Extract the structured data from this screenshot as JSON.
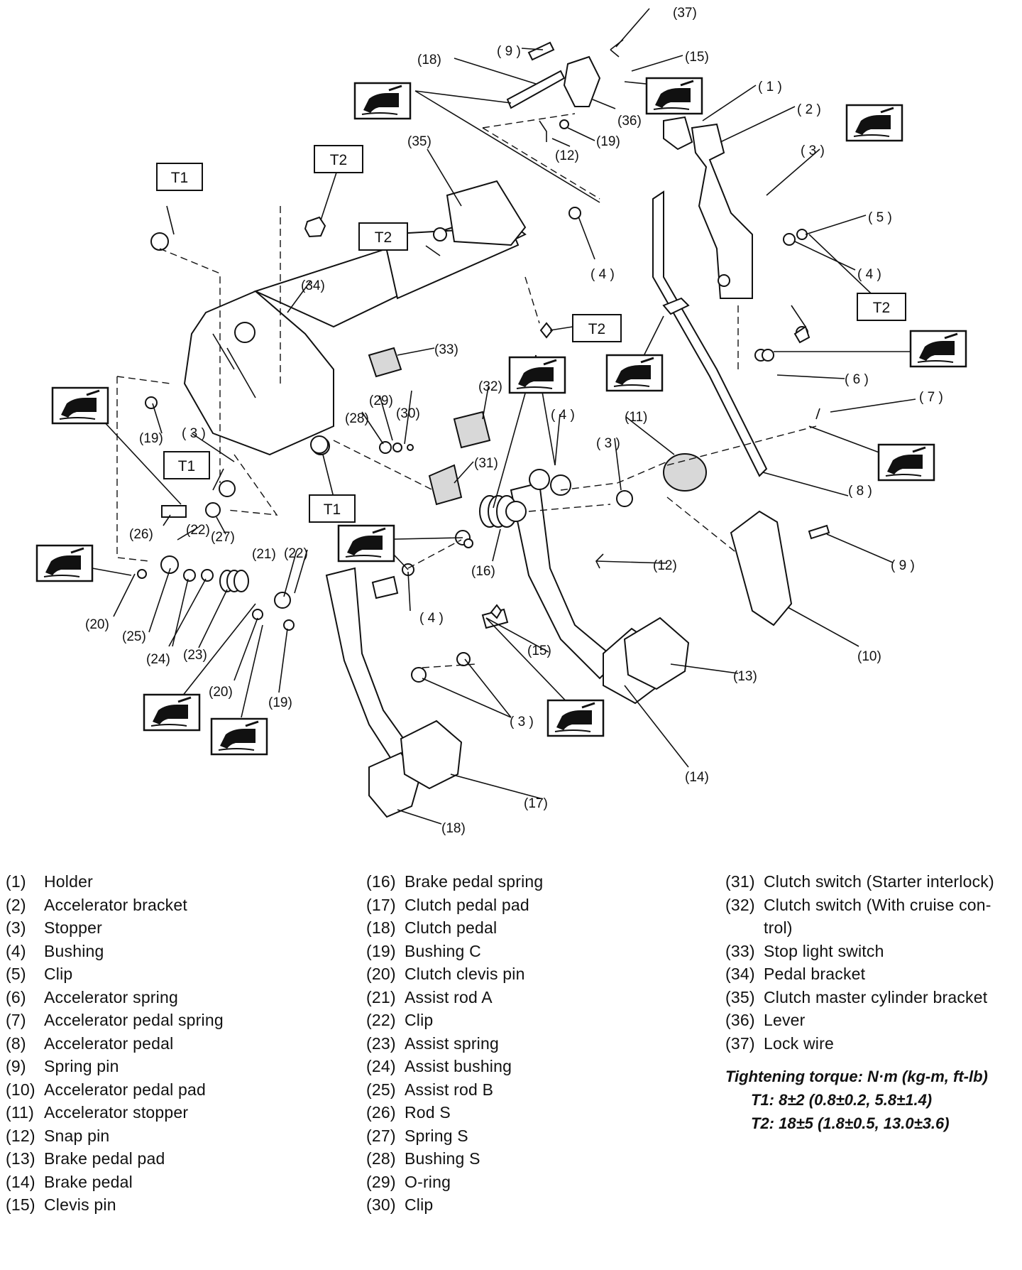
{
  "diagram": {
    "callouts": [
      {
        "id": "c37",
        "text": "(37)"
      },
      {
        "id": "c9a",
        "text": "( 9 )"
      },
      {
        "id": "c15a",
        "text": "(15)"
      },
      {
        "id": "c18a",
        "text": "(18)"
      },
      {
        "id": "c1",
        "text": "( 1 )"
      },
      {
        "id": "c2",
        "text": "( 2 )"
      },
      {
        "id": "c36",
        "text": "(36)"
      },
      {
        "id": "c19a",
        "text": "(19)"
      },
      {
        "id": "c12a",
        "text": "(12)"
      },
      {
        "id": "c35",
        "text": "(35)"
      },
      {
        "id": "c3a",
        "text": "( 3 )"
      },
      {
        "id": "c5",
        "text": "( 5 )"
      },
      {
        "id": "c4a",
        "text": "( 4 )"
      },
      {
        "id": "c4b",
        "text": "( 4 )"
      },
      {
        "id": "c34",
        "text": "(34)"
      },
      {
        "id": "c33",
        "text": "(33)"
      },
      {
        "id": "c6",
        "text": "( 6 )"
      },
      {
        "id": "c32",
        "text": "(32)"
      },
      {
        "id": "c29",
        "text": "(29)"
      },
      {
        "id": "c30",
        "text": "(30)"
      },
      {
        "id": "c28",
        "text": "(28)"
      },
      {
        "id": "c4c",
        "text": "( 4 )"
      },
      {
        "id": "c11",
        "text": "(11)"
      },
      {
        "id": "c3b",
        "text": "( 3 )"
      },
      {
        "id": "c7",
        "text": "( 7 )"
      },
      {
        "id": "c19b",
        "text": "(19)"
      },
      {
        "id": "c3c",
        "text": "( 3 )"
      },
      {
        "id": "c31",
        "text": "(31)"
      },
      {
        "id": "c8",
        "text": "( 8 )"
      },
      {
        "id": "c26",
        "text": "(26)"
      },
      {
        "id": "c22a",
        "text": "(22)"
      },
      {
        "id": "c27",
        "text": "(27)"
      },
      {
        "id": "c21",
        "text": "(21)"
      },
      {
        "id": "c22b",
        "text": "(22)"
      },
      {
        "id": "c16",
        "text": "(16)"
      },
      {
        "id": "c12b",
        "text": "(12)"
      },
      {
        "id": "c9b",
        "text": "( 9 )"
      },
      {
        "id": "c4d",
        "text": "( 4 )"
      },
      {
        "id": "c20a",
        "text": "(20)"
      },
      {
        "id": "c25",
        "text": "(25)"
      },
      {
        "id": "c24",
        "text": "(24)"
      },
      {
        "id": "c23",
        "text": "(23)"
      },
      {
        "id": "c15b",
        "text": "(15)"
      },
      {
        "id": "c20b",
        "text": "(20)"
      },
      {
        "id": "c19c",
        "text": "(19)"
      },
      {
        "id": "c10",
        "text": "(10)"
      },
      {
        "id": "c13",
        "text": "(13)"
      },
      {
        "id": "c3d",
        "text": "( 3 )"
      },
      {
        "id": "c14",
        "text": "(14)"
      },
      {
        "id": "c17",
        "text": "(17)"
      },
      {
        "id": "c18b",
        "text": "(18)"
      }
    ],
    "torque_boxes": [
      {
        "id": "t2a",
        "text": "T2"
      },
      {
        "id": "t1a",
        "text": "T1"
      },
      {
        "id": "t2b",
        "text": "T2"
      },
      {
        "id": "t2c",
        "text": "T2"
      },
      {
        "id": "t2d",
        "text": "T2"
      },
      {
        "id": "t1b",
        "text": "T1"
      },
      {
        "id": "t1c",
        "text": "T1"
      }
    ]
  },
  "legend": {
    "col1": [
      {
        "num": "(1)",
        "text": "Holder"
      },
      {
        "num": "(2)",
        "text": "Accelerator bracket"
      },
      {
        "num": "(3)",
        "text": "Stopper"
      },
      {
        "num": "(4)",
        "text": "Bushing"
      },
      {
        "num": "(5)",
        "text": "Clip"
      },
      {
        "num": "(6)",
        "text": "Accelerator spring"
      },
      {
        "num": "(7)",
        "text": "Accelerator pedal spring"
      },
      {
        "num": "(8)",
        "text": "Accelerator pedal"
      },
      {
        "num": "(9)",
        "text": "Spring pin"
      },
      {
        "num": "(10)",
        "text": "Accelerator pedal pad"
      },
      {
        "num": "(11)",
        "text": "Accelerator stopper"
      },
      {
        "num": "(12)",
        "text": "Snap pin"
      },
      {
        "num": "(13)",
        "text": "Brake pedal pad"
      },
      {
        "num": "(14)",
        "text": "Brake pedal"
      },
      {
        "num": "(15)",
        "text": "Clevis pin"
      }
    ],
    "col2": [
      {
        "num": "(16)",
        "text": "Brake pedal spring"
      },
      {
        "num": "(17)",
        "text": "Clutch pedal pad"
      },
      {
        "num": "(18)",
        "text": "Clutch pedal"
      },
      {
        "num": "(19)",
        "text": "Bushing C"
      },
      {
        "num": "(20)",
        "text": "Clutch clevis pin"
      },
      {
        "num": "(21)",
        "text": "Assist rod A"
      },
      {
        "num": "(22)",
        "text": "Clip"
      },
      {
        "num": "(23)",
        "text": "Assist spring"
      },
      {
        "num": "(24)",
        "text": "Assist bushing"
      },
      {
        "num": "(25)",
        "text": "Assist rod B"
      },
      {
        "num": "(26)",
        "text": "Rod S"
      },
      {
        "num": "(27)",
        "text": "Spring S"
      },
      {
        "num": "(28)",
        "text": "Bushing S"
      },
      {
        "num": "(29)",
        "text": "O-ring"
      },
      {
        "num": "(30)",
        "text": "Clip"
      }
    ],
    "col3": [
      {
        "num": "(31)",
        "text": "Clutch switch (Starter interlock)"
      },
      {
        "num": "(32)",
        "text": "Clutch switch (With cruise con-"
      },
      {
        "num": "",
        "text": "trol)"
      },
      {
        "num": "(33)",
        "text": "Stop light switch"
      },
      {
        "num": "(34)",
        "text": "Pedal bracket"
      },
      {
        "num": "(35)",
        "text": "Clutch master cylinder bracket"
      },
      {
        "num": "(36)",
        "text": "Lever"
      },
      {
        "num": "(37)",
        "text": "Lock wire"
      }
    ],
    "torque": {
      "heading": "Tightening torque: N·m (kg-m, ft-lb)",
      "t1": "T1: 8±2 (0.8±0.2, 5.8±1.4)",
      "t2": "T2: 18±5 (1.8±0.5, 13.0±3.6)"
    }
  }
}
